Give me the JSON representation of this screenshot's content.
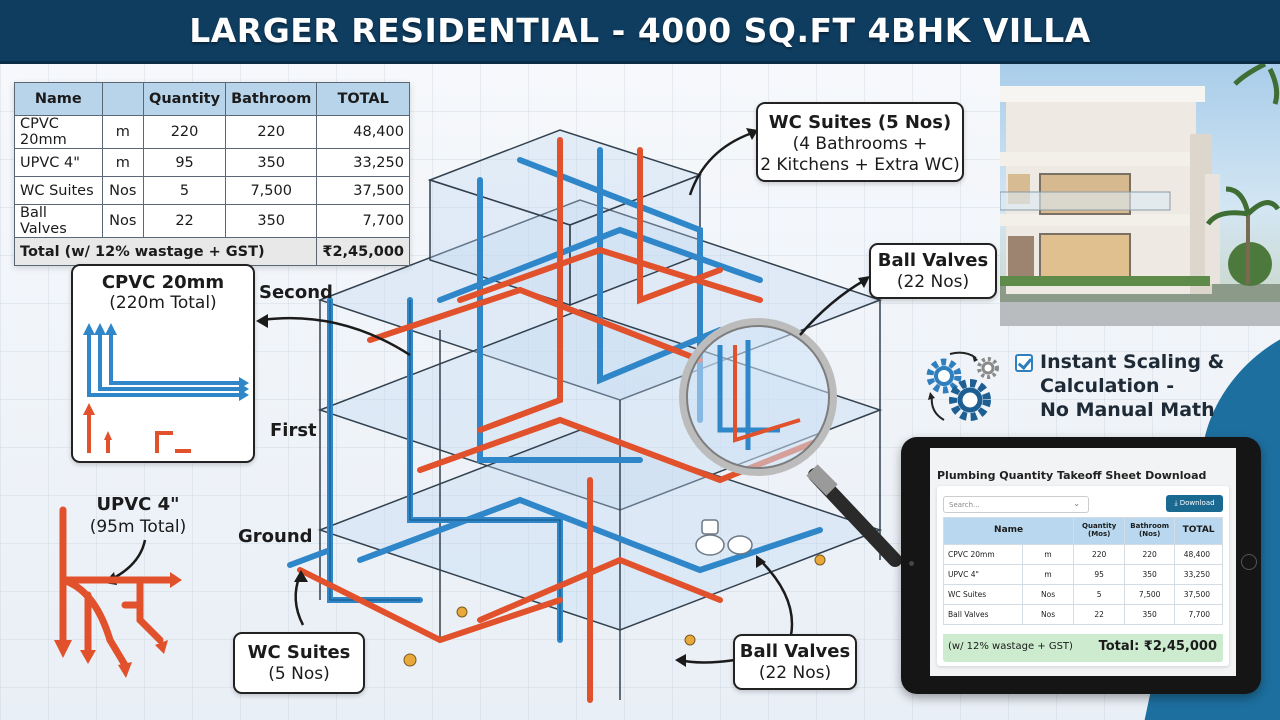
{
  "header": {
    "title": "LARGER RESIDENTIAL - 4000 SQ.FT 4BHK VILLA"
  },
  "colors": {
    "header_bg": "#0f3d60",
    "table_header": "#b7d4ea",
    "pipe_blue": "#2f86c8",
    "pipe_red": "#e0512c",
    "download_btn": "#1a6991",
    "total_bar": "#cdeccf"
  },
  "quantity_table": {
    "headers": [
      "Name",
      "",
      "Quantity",
      "Bathroom",
      "TOTAL"
    ],
    "rows": [
      {
        "name": "CPVC 20mm",
        "unit": "m",
        "quantity": "220",
        "rate": "220",
        "total": "48,400"
      },
      {
        "name": "UPVC 4\"",
        "unit": "m",
        "quantity": "95",
        "rate": "350",
        "total": "33,250"
      },
      {
        "name": "WC Suites",
        "unit": "Nos",
        "quantity": "5",
        "rate": "7,500",
        "total": "37,500"
      },
      {
        "name": "Ball Valves",
        "unit": "Nos",
        "quantity": "22",
        "rate": "350",
        "total": "7,700"
      }
    ],
    "total_label": "Total (w/ 12% wastage + GST)",
    "total_value": "₹2,45,000"
  },
  "callouts": {
    "cpvc": {
      "title": "CPVC 20mm",
      "sub": "(220m Total)"
    },
    "upvc": {
      "title": "UPVC 4\"",
      "sub": "(95m Total)"
    },
    "wc_top": {
      "title": "WC Suites (5 Nos)",
      "sub1": "(4 Bathrooms +",
      "sub2": "2 Kitchens + Extra WC)"
    },
    "valves_top": {
      "title": "Ball Valves",
      "sub": "(22 Nos)"
    },
    "wc_bottom": {
      "title": "WC Suites",
      "sub": "(5 Nos)"
    },
    "valves_bottom": {
      "title": "Ball Valves",
      "sub": "(22 Nos)"
    }
  },
  "floors": {
    "second": "Second",
    "first": "First",
    "ground": "Ground"
  },
  "feature": {
    "icon": "gears-icon",
    "line1": "Instant Scaling &",
    "line2": "Calculation -",
    "line3": "No Manual Math"
  },
  "tablet": {
    "title": "Plumbing Quantity Takeoff Sheet Download",
    "search_placeholder": "Search...",
    "download_label": "⤓ Download",
    "headers": {
      "name": "Name",
      "quantity": "Quantity",
      "quantity_unit": "(Mos)",
      "bathroom": "Bathroom",
      "bathroom_unit": "(Nos)",
      "total": "TOTAL"
    },
    "rows": [
      {
        "name": "CPVC 20mm",
        "unit": "m",
        "quantity": "220",
        "rate": "220",
        "total": "48,400"
      },
      {
        "name": "UPVC 4\"",
        "unit": "m",
        "quantity": "95",
        "rate": "350",
        "total": "33,250"
      },
      {
        "name": "WC Suites",
        "unit": "Nos",
        "quantity": "5",
        "rate": "7,500",
        "total": "37,500"
      },
      {
        "name": "Ball Valves",
        "unit": "Nos",
        "quantity": "22",
        "rate": "350",
        "total": "7,700"
      }
    ],
    "footer_note": "(w/ 12% wastage + GST)",
    "footer_total": "Total: ₹2,45,000"
  }
}
